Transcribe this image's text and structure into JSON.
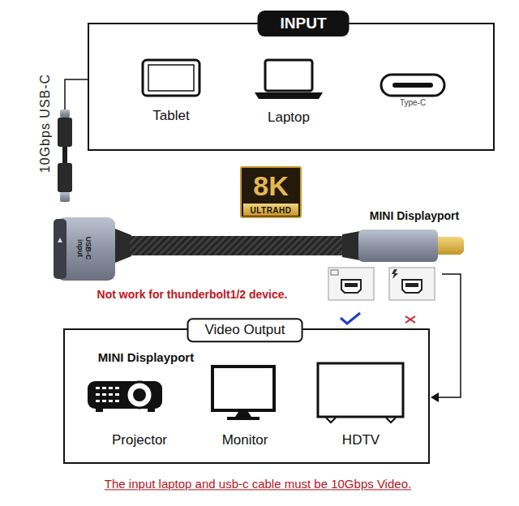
{
  "diagram": {
    "nodes": [
      {
        "text": [
          "INPUT"
        ]
      },
      {
        "text": [
          "Tablet"
        ],
        "in": 0
      },
      {
        "text": [
          "Laptop"
        ],
        "in": 0
      },
      {
        "text": [
          "Type-C"
        ],
        "in": 0
      },
      {
        "text": [
          "Video Output",
          "MINI Displayport"
        ]
      },
      {
        "text": [
          "Projector"
        ],
        "in": 4
      },
      {
        "text": [
          "Monitor"
        ],
        "in": 4
      },
      {
        "text": [
          "HDTV"
        ],
        "in": 4
      }
    ],
    "labels": [
      "10Gbps USB-C",
      "8K",
      "ULTRAHD",
      "MINI Displayport",
      "USB-C input",
      "Not work for thunderbolt1/2 device.",
      "The input laptop and usb-c cable must be 10Gbps Video."
    ]
  }
}
